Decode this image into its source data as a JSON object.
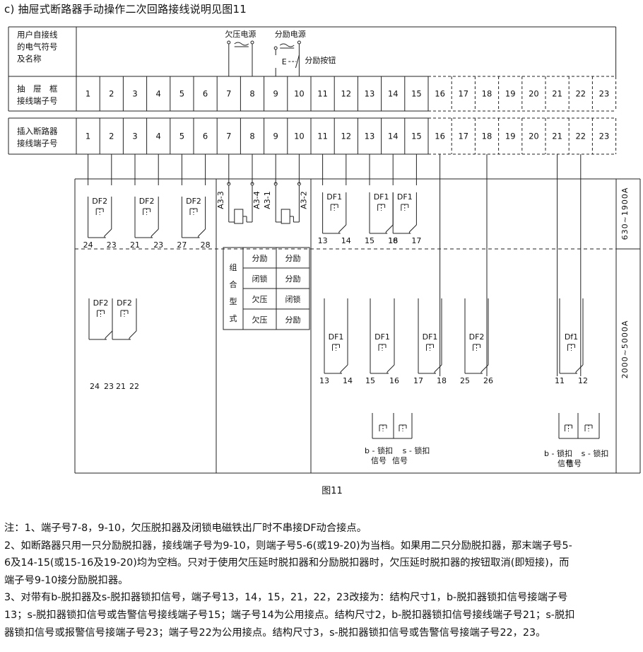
{
  "title": "c) 抽屉式断路器手动操作二次回路接线说明见图11",
  "rows": {
    "user_label": [
      "用户自接线",
      "的电气符号",
      "及名称"
    ],
    "drawer_label": [
      "抽　屉　框",
      "接线端子号"
    ],
    "breaker_label": [
      "插入断路器",
      "接线端子号"
    ]
  },
  "terminals": [
    "1",
    "2",
    "3",
    "4",
    "5",
    "6",
    "7",
    "8",
    "9",
    "10",
    "11",
    "12",
    "13",
    "14",
    "15",
    "16",
    "17",
    "18",
    "19",
    "20",
    "21",
    "22",
    "23"
  ],
  "user_symbols": {
    "undervoltage": "欠压电源",
    "shunt": "分励电源",
    "shunt_button": "分励按钮",
    "e_symbol": "E"
  },
  "sides": {
    "top": "630~1900A",
    "bottom": "2000~5000A"
  },
  "top_devices": {
    "df2_a": {
      "label": "DF2",
      "pins": [
        "24",
        "23"
      ]
    },
    "df2_b": {
      "label": "DF2",
      "pins": [
        "21",
        "23"
      ]
    },
    "df2_c": {
      "label": "DF2",
      "pins": [
        "27",
        "28"
      ]
    },
    "a3": [
      "A3-3",
      "A3-4",
      "A3-1",
      "A3-2"
    ],
    "df1_a": {
      "label": "DF1",
      "pins": [
        "13",
        "14"
      ]
    },
    "df1_b": {
      "label": "DF1",
      "pins": [
        "15",
        "16"
      ]
    },
    "df1_c": {
      "label": "DF1",
      "pins": [
        "18",
        "17"
      ]
    }
  },
  "combo": {
    "label": [
      "组",
      "合",
      "型",
      "式"
    ],
    "rows": [
      [
        "分励",
        "分励"
      ],
      [
        "闭锁",
        "分励"
      ],
      [
        "欠压",
        "闭锁"
      ],
      [
        "欠压",
        "分励"
      ]
    ]
  },
  "bottom_devices": {
    "df2_left_a": {
      "label": "DF2",
      "pins": [
        "24",
        "23"
      ]
    },
    "df2_left_b": {
      "label": "DF2",
      "pins": [
        "21",
        "22"
      ]
    },
    "df1_a": {
      "label": "DF1",
      "pins": [
        "13",
        "14"
      ]
    },
    "df1_b": {
      "label": "DF1",
      "pins": [
        "15",
        "16"
      ]
    },
    "df1_c": {
      "label": "DF1",
      "pins": [
        "17",
        "18"
      ]
    },
    "df2_d": {
      "label": "DF2",
      "pins": [
        "25",
        "26"
      ]
    },
    "df1_e": {
      "label": "Df1",
      "pins": [
        "11",
        "12"
      ]
    }
  },
  "lock_signals": {
    "left": {
      "b": "b - 锁扣",
      "b2": "信号",
      "s": "s - 锁扣",
      "s2": "信号"
    },
    "right": {
      "b": "b - 锁扣",
      "b2": "信号",
      "s": "s - 锁扣",
      "s2": "信号"
    }
  },
  "figure_caption": "图11",
  "notes": [
    "注：1、端子号7-8，9-10，欠压脱扣器及闭锁电磁铁出厂时不串接DF动合接点。",
    "2、如断路器只用一只分励脱扣器，接线端子号为9-10，则端子号5-6(或19-20)为当档。如果用二只分励脱扣器，那末端子号5-",
    "6及14-15(或15-16及19-20)均为空档。只对于使用欠压延时脱扣器和分励脱扣器时，欠压延时脱扣器的按钮取消(即短接)，而",
    "端子号9-10接分励脱扣器。",
    "3、对带有b-脱扣器及s-脱扣器锁扣信号，端子号13，14，15，21，22，23改接为：结构尺寸1，b-脱扣器锁扣信号接端子号",
    "13；s-脱扣器锁扣信号或告警信号接线端子号15；端子号14为公用接点。结构尺寸2，b-脱扣器锁扣信号接线端子号21；s-脱扣",
    "器锁扣信号或报警信号接端子号23；端子号22为公用接点。结构尺寸3，s-脱扣器锁扣信号或告警信号接端子号22，23。"
  ]
}
